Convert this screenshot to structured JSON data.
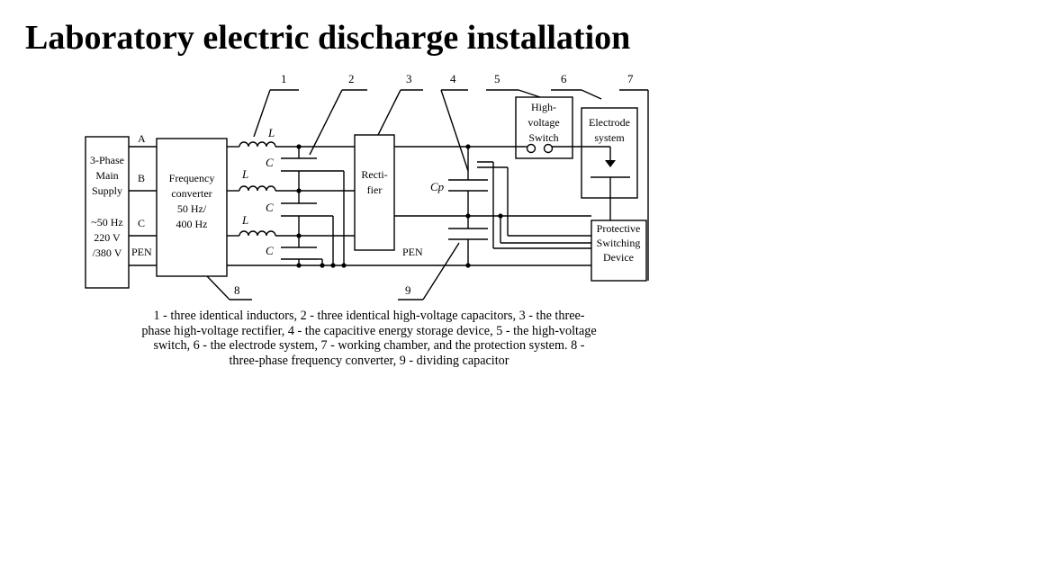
{
  "page": {
    "title": "Laboratory electric discharge installation"
  },
  "diagram": {
    "callouts": [
      "1",
      "2",
      "3",
      "4",
      "5",
      "6",
      "7",
      "8",
      "9"
    ],
    "supply_block": [
      "3-Phase",
      "Main",
      "Supply",
      "~50 Hz",
      "220 V",
      "/380 V"
    ],
    "phase_labels": [
      "A",
      "B",
      "C",
      "PEN"
    ],
    "converter_block": [
      "Frequency",
      "converter",
      "50 Hz/",
      "400 Hz"
    ],
    "inductor_label": "L",
    "capacitor_label": "C",
    "rectifier_block": [
      "Recti-",
      "fier"
    ],
    "storage_cap_label": "Cp",
    "pen_label": "PEN",
    "hv_switch_block": [
      "High-",
      "voltage",
      "Switch"
    ],
    "electrode_block": [
      "Electrode",
      "system"
    ],
    "protective_block": [
      "Protective",
      "Switching",
      "Device"
    ]
  },
  "caption": {
    "line1": "1 - three identical inductors, 2 - three identical high-voltage capacitors, 3 - the three-",
    "line2": "phase high-voltage rectifier, 4 - the capacitive energy storage device, 5 - the high-voltage",
    "line3": "switch, 6 - the electrode system, 7 - working chamber, and the protection system. 8 -",
    "line4": "three-phase frequency converter, 9 - dividing capacitor"
  }
}
